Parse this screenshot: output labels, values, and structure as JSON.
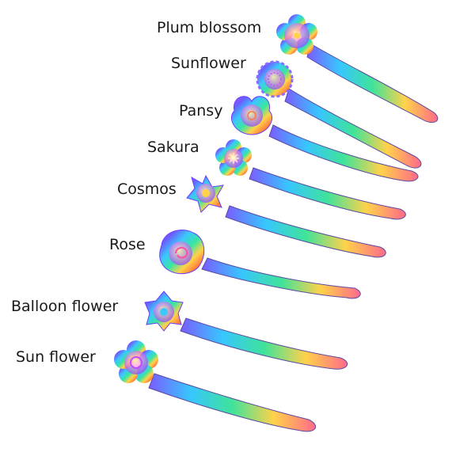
{
  "labels": [
    "Plum blossom",
    "Sunflower",
    "Pansy",
    "Sakura",
    "Cosmos",
    "Rose",
    "Balloon flower",
    "Sun flower"
  ],
  "colors": {
    "background": "#ffffff",
    "text": "#1a1a1a",
    "iridescent": [
      "#c04cff",
      "#6a5cff",
      "#3cc7ff",
      "#39e6a0",
      "#ffd24a",
      "#ff7a3c",
      "#ff4fa8"
    ]
  }
}
